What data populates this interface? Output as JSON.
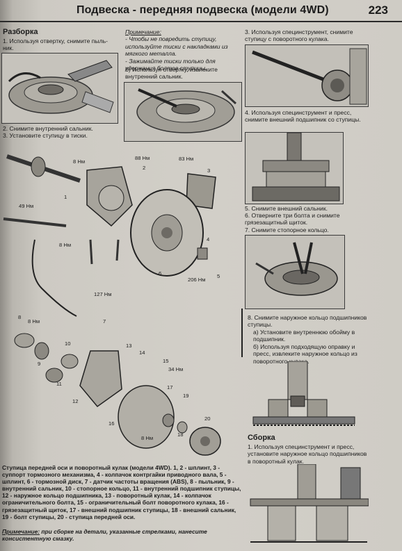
{
  "header": {
    "title": "Подвеска - передняя подвеска (модели 4WD)",
    "page_number": "223"
  },
  "left_col": {
    "heading": "Разборка",
    "step1": "1. Используя отвертку, снимите пыль-ник.",
    "step2": "2. Снимите внутренний сальник.",
    "step3": "3. Установите ступицу в тиски."
  },
  "middle_col": {
    "note_label": "Примечание:",
    "note1": "- Чтобы не повредить ступицу, используйте тиски с накладками из мягкого металла.",
    "note2": "- Зажимайте тиски только для удержания болтов ступицы.",
    "note3": "б) Используя отвертку, извлеките внутренний сальник."
  },
  "right_col": {
    "step3": "3. Используя специнструмент, снимите ступицу с поворотного кулака.",
    "step4": "4. Используя специнструмент и пресс, снимите внешний подшипник со ступицы.",
    "step5": "5. Снимите внешний сальник.",
    "step6": "6. Отверните три болта и снимите грязезащитный щиток.",
    "step7": "7. Снимите стопорное кольцо.",
    "step8": "8. Снимите наружное кольцо подшипников ступицы.",
    "step8a": "а) Установите внутреннюю обойму в подшипник.",
    "step8b": "б) Используя подходящую оправку и пресс, извлеките наружное кольцо из поворотного кулака.",
    "assembly_heading": "Сборка",
    "assembly1": "1. Используя специнструмент и пресс, установите наружное кольцо подшипников в поворотный кулак."
  },
  "diagram_labels": {
    "t1": "8 Нм",
    "t2": "88 Нм",
    "t3": "83 Нм",
    "t4": "49 Нм",
    "t5": "8 Нм",
    "t6": "127 Нм",
    "t7": "206 Нм",
    "t8": "8 Нм",
    "t9": "34 Нм",
    "t10": "8 Нм",
    "n1": "1",
    "n2": "2",
    "n3": "3",
    "n4": "4",
    "n5": "5",
    "n6": "6",
    "n7": "7",
    "n8": "8",
    "n9": "9",
    "n10": "10",
    "n11": "11",
    "n12": "12",
    "n13": "13",
    "n14": "14",
    "n15": "15",
    "n16": "16",
    "n17": "17",
    "n18": "18",
    "n19": "19",
    "n20": "20"
  },
  "caption": {
    "text": "Ступица передней оси и поворотный кулак (модели 4WD). 1, 2 - шплинт, 3 - суппорт тормозного механизма, 4 - колпачок контргайки приводного вала, 5 - шплинт, 6 - тормозной диск, 7 - датчик частоты вращения (ABS), 8 - пыльник, 9 - внутренний сальник, 10 - стопорное кольцо, 11 - внутренний подшипник ступицы, 12 - наружное кольцо подшипника, 13 - поворотный кулак, 14 - колпачок ограничительного болта, 15 - ограничительный болт поворотного кулака, 16 - грязезащитный щиток, 17 - внешний подшипник ступицы, 18 - внешний сальник, 19 - болт ступицы, 20 - ступица передней оси.",
    "note_label": "Примечание:",
    "note_text": "при сборке на детали, указанные стрелками, нанесите консистентную смазку."
  }
}
